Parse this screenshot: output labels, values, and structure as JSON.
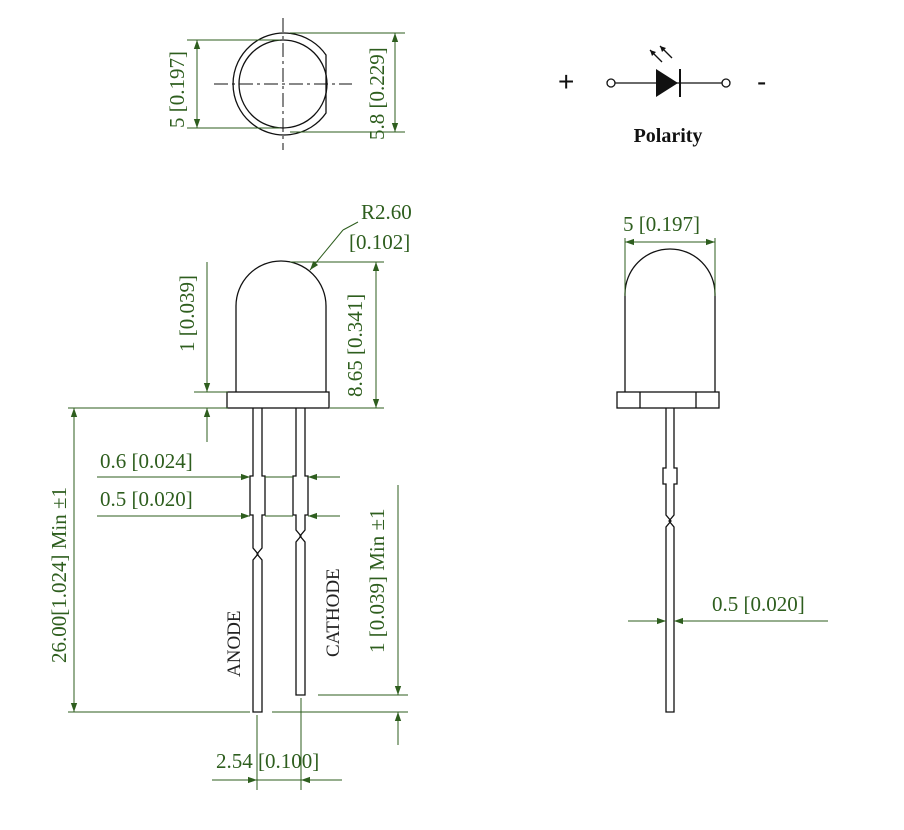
{
  "colors": {
    "dimension": "#2e5e1e",
    "outline": "#111111",
    "background": "#ffffff"
  },
  "top_view": {
    "dim_diameter": "5 [0.197]",
    "dim_flange": "5.8 [0.229]"
  },
  "polarity": {
    "title": "Polarity",
    "plus": "+",
    "minus": "-",
    "icon": "led-diode-symbol-icon"
  },
  "front_view": {
    "dim_radius_line1": "R2.60",
    "dim_radius_line2": "[0.102]",
    "dim_flange_height": "1 [0.039]",
    "dim_body_height": "8.65 [0.341]",
    "dim_lead_length": "26.00[1.024] Min ±1",
    "dim_lead_width_wide": "0.6 [0.024]",
    "dim_lead_width_narrow": "0.5 [0.020]",
    "dim_lead_offset": "1 [0.039] Min ±1",
    "dim_lead_spacing": "2.54 [0.100]",
    "label_anode": "ANODE",
    "label_cathode": "CATHODE"
  },
  "side_view": {
    "dim_body_width": "5 [0.197]",
    "dim_lead_width": "0.5 [0.020]"
  }
}
